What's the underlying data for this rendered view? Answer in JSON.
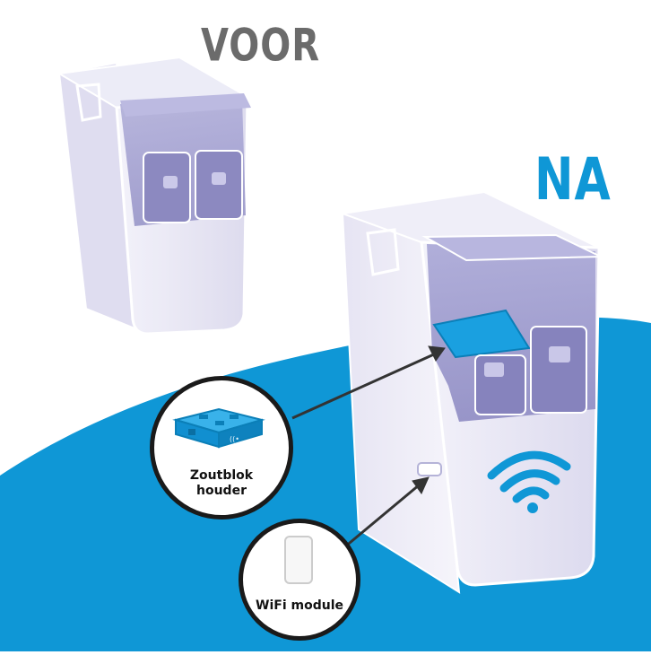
{
  "labels": {
    "before": "VOOR",
    "after": "NA"
  },
  "callouts": {
    "salt_block_holder": [
      "Zoutblok",
      "houder"
    ],
    "wifi_module": "WiFi module"
  },
  "colors": {
    "accent_blue": "#0f97d6",
    "label_gray": "#6b6b6b",
    "panel_purple": "#8f8cc4",
    "body_lavender": "#e9e7f5"
  },
  "icons": [
    "wifi-icon",
    "arrow-icon"
  ]
}
